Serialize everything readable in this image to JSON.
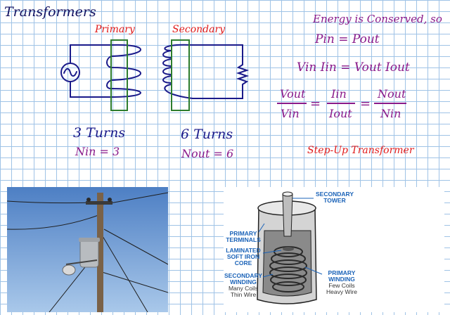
{
  "title": "Transformers",
  "labels": {
    "primary": "Primary",
    "secondary": "Secondary"
  },
  "turns": {
    "primary_turns": "3 Turns",
    "secondary_turns": "6 Turns",
    "n_in": "Nin = 3",
    "n_out": "Nout = 6"
  },
  "equations": {
    "line1": "Energy is Conserved, so",
    "line2": "Pin = Pout",
    "line3": "Vin Iin = Vout Iout",
    "frac1_num": "Vout",
    "frac1_den": "Vin",
    "eq1": "=",
    "frac2_num": "Iin",
    "frac2_den": "Iout",
    "eq2": "=",
    "frac3_num": "Nout",
    "frac3_den": "Nin"
  },
  "step_up": "Step-Up Transformer",
  "cutaway": {
    "secondary_tower": "SECONDARY TOWER",
    "primary_terminals": "PRIMARY TERMINALS",
    "laminated_core": "LAMINATED SOFT IRON CORE",
    "secondary_winding": "SECONDARY WINDING",
    "secondary_sub": "Many Coils Thin Wire",
    "primary_winding": "PRIMARY WINDING",
    "primary_sub": "Few Coils Heavy Wire"
  },
  "colors": {
    "ink_navy": "#1a1a8a",
    "ink_red": "#e01a1a",
    "ink_purple": "#8a1a8a",
    "core_green": "#2e7d2e",
    "grid_blue": "#9fc3e6",
    "callout_blue": "#1b63b8"
  }
}
